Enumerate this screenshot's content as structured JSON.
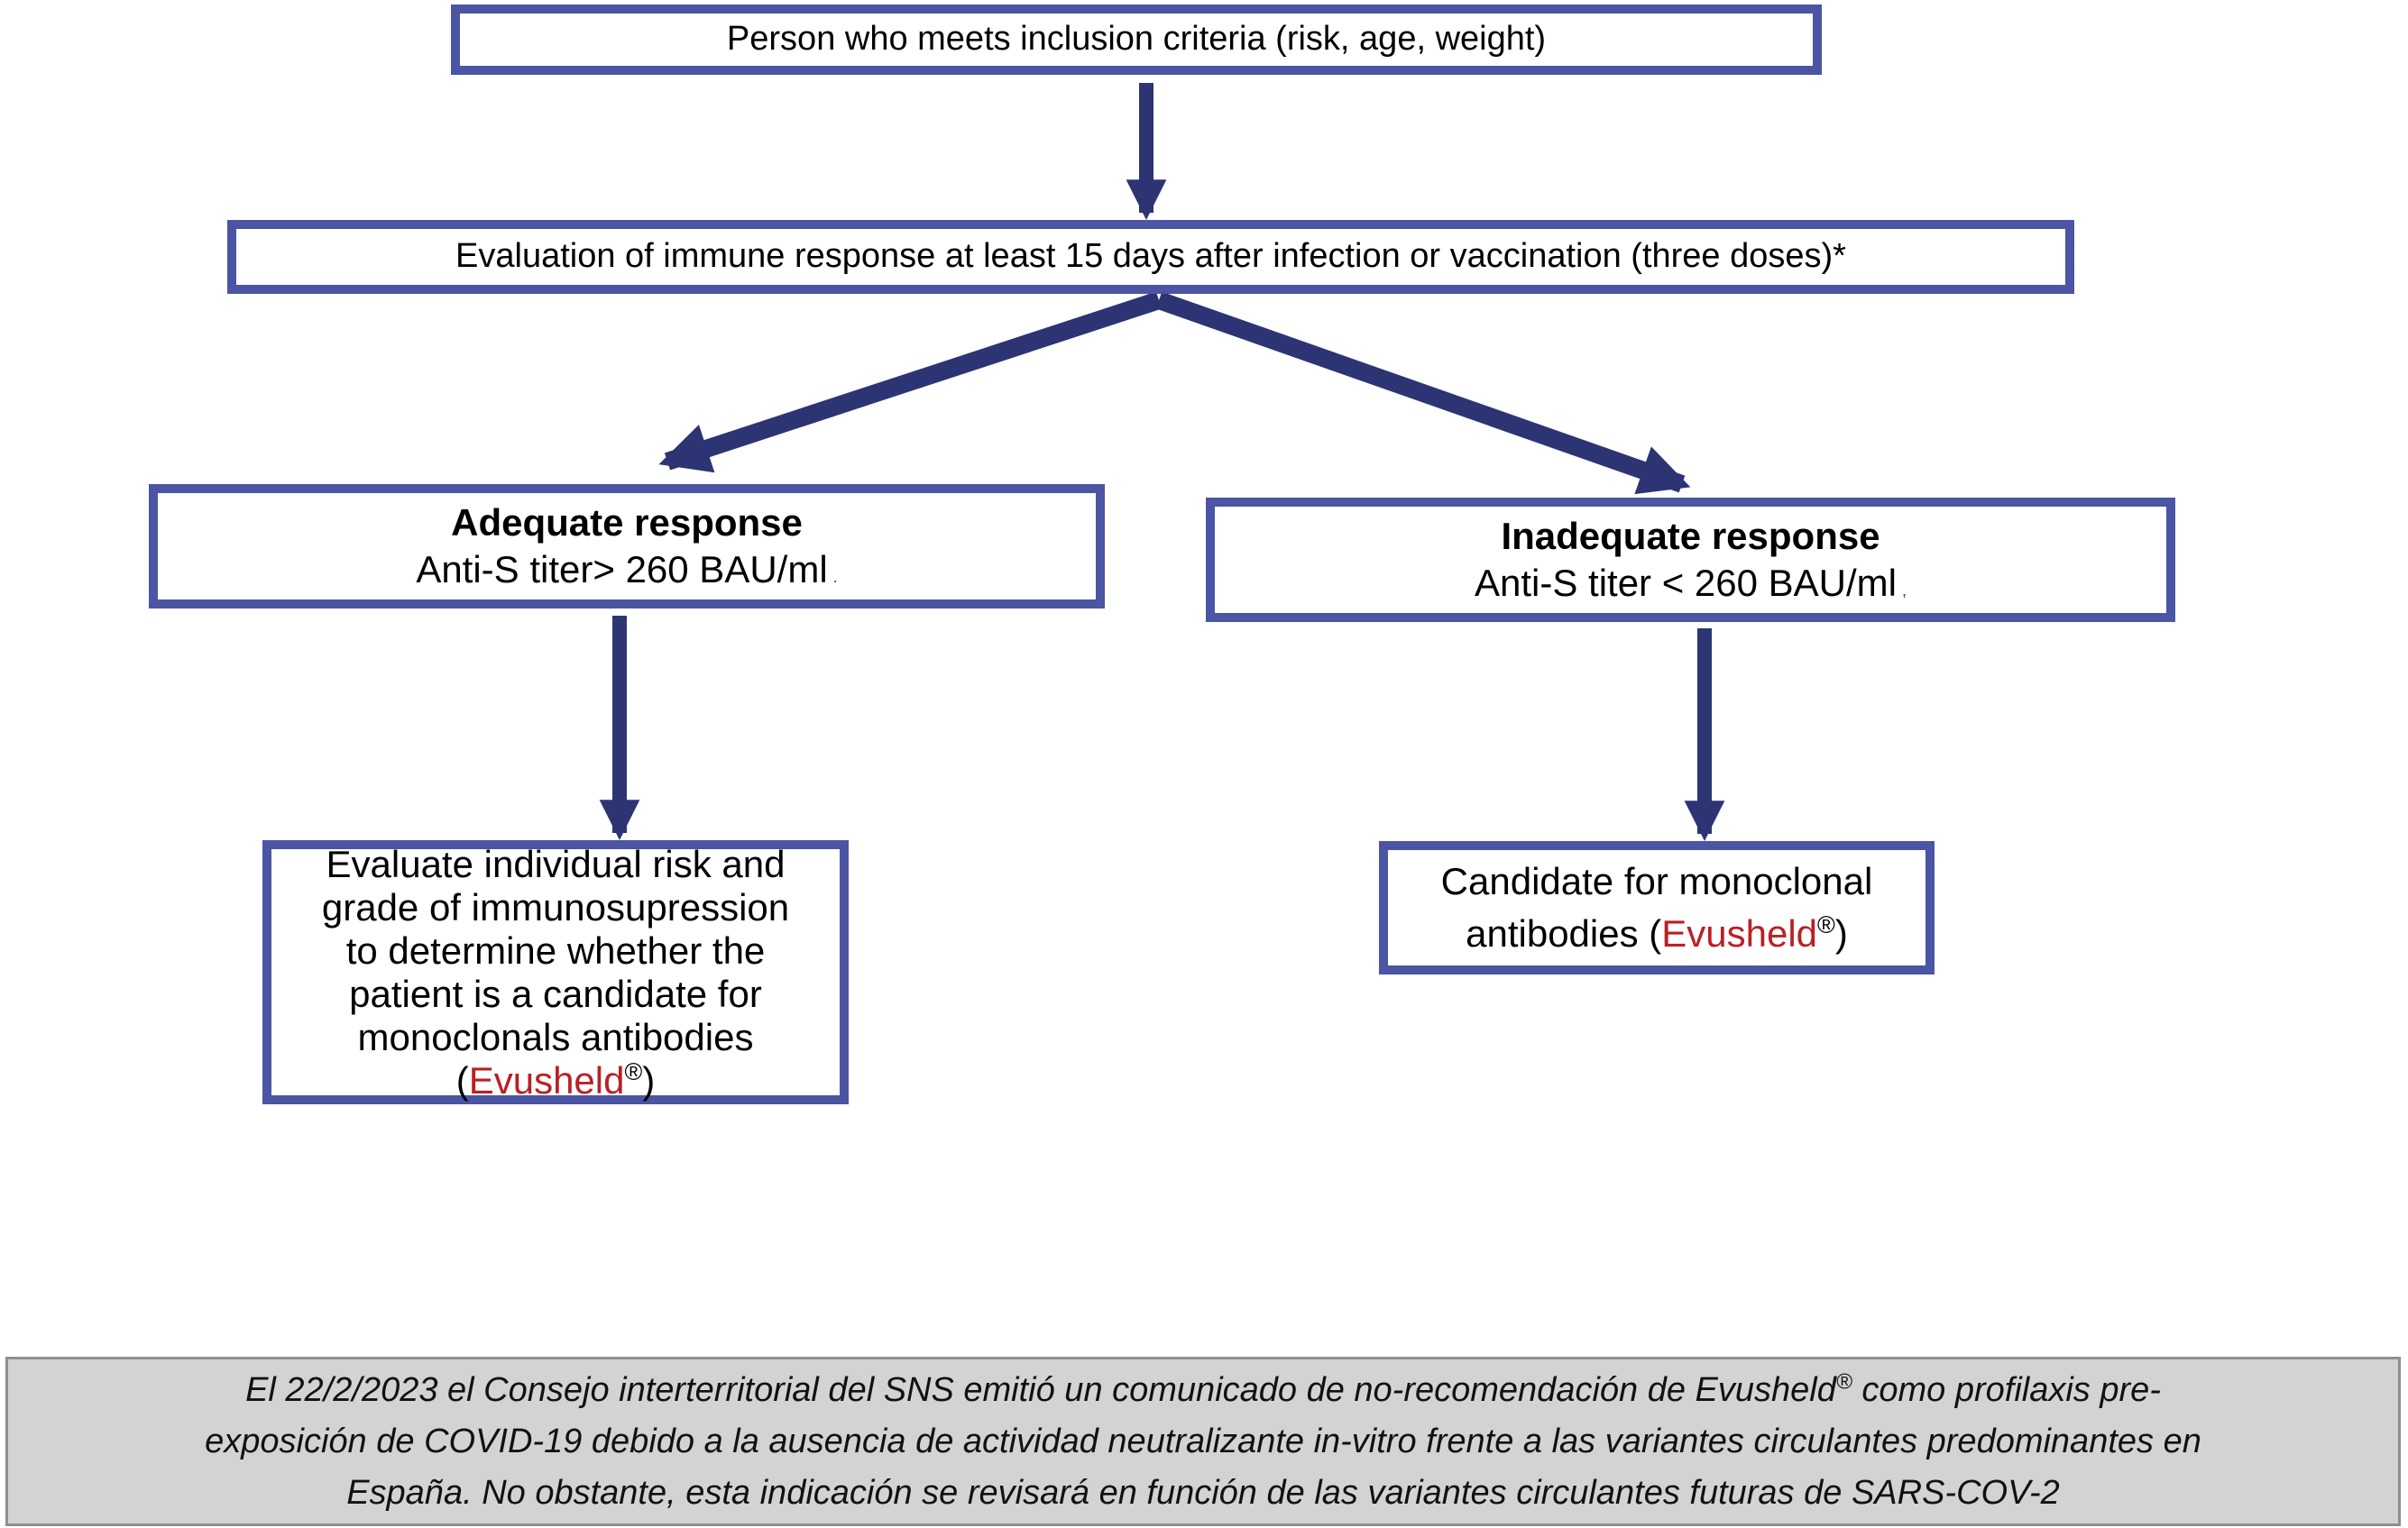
{
  "diagram": {
    "box_person": {
      "text": "Person who meets inclusion criteria (risk, age, weight)"
    },
    "box_evaluation": {
      "text": "Evaluation of immune response at least 15 days after infection or vaccination (three doses)*"
    },
    "box_adequate": {
      "title": "Adequate response",
      "subtitle": "Anti-S titer> 260 BAU/ml",
      "trailing_mark": "."
    },
    "box_inadequate": {
      "title": "Inadequate response",
      "subtitle": "Anti-S titer < 260 BAU/ml",
      "trailing_mark": ","
    },
    "box_evaluate_risk": {
      "lines": [
        "Evaluate individual risk and",
        "grade of immunosupression",
        "to determine whether the",
        "patient is a candidate for",
        "monoclonals antibodies"
      ],
      "paren_open": "(",
      "drug": "Evusheld",
      "reg": "®",
      "paren_close": ")"
    },
    "box_candidate": {
      "line1": "Candidate for monoclonal",
      "line2_prefix": "antibodies (",
      "drug": "Evusheld",
      "reg": "®",
      "line2_suffix": ")"
    }
  },
  "note": {
    "line1_before_reg": "El 22/2/2023 el Consejo interterritorial del SNS emitió un comunicado de no-recomendación de Evusheld",
    "reg": "®",
    "line1_after_reg": " como profilaxis pre-",
    "line2": "exposición de COVID-19 debido a la ausencia de actividad neutralizante in-vitro frente a las variantes circulantes predominantes en",
    "line3": "España. No obstante, esta indicación se revisará en función de las variantes circulantes futuras de SARS-COV-2"
  },
  "colors": {
    "box_border": "#4B55A3",
    "arrow": "#2D3474",
    "drug_red": "#B92025",
    "note_background": "#D3D3D3",
    "note_border": "#8F8F8F",
    "text": "#000000"
  }
}
